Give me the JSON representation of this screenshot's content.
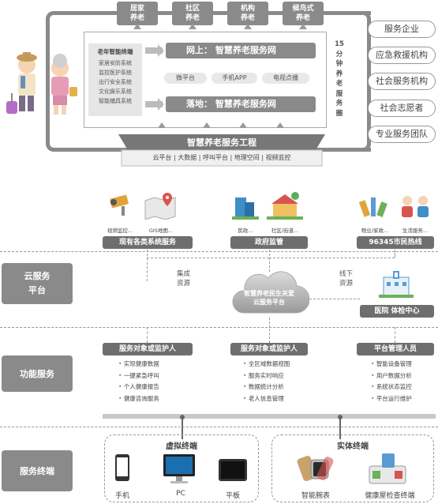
{
  "top": {
    "channels": [
      "居家\n养老",
      "社区\n养老",
      "机构\n养老",
      "候鸟式\n养老"
    ],
    "terminal_title": "老年智能终端",
    "terminal_items": [
      "家居安防系统",
      "监控医护系统",
      "出行安全系统",
      "文化娱乐系统",
      "智能辅具系统"
    ],
    "online_label": "网上：  智慧养老服务网",
    "offline_label": "落地：  智慧养老服务网",
    "pills": [
      "微平台",
      "手机APP",
      "电视点播"
    ],
    "vertical_text": "15分钟养老服务圈",
    "project_title": "智慧养老服务工程",
    "project_sub": "云平台 | 大数据 | 呼叫平台 | 地理空间 | 视频监控",
    "right_orgs": [
      "服务企业",
      "应急救援机构",
      "社会服务机构",
      "社会志愿者",
      "专业服务团队"
    ]
  },
  "sources": {
    "groups": [
      {
        "label": "现有各类系统服务",
        "icons": [
          {
            "name": "视频监控...",
            "icon": "camera-icon"
          },
          {
            "name": "GIS地图...",
            "icon": "map-icon"
          }
        ]
      },
      {
        "label": "政府监管",
        "icons": [
          {
            "name": "民政...",
            "icon": "building-icon"
          },
          {
            "name": "社区/街道...",
            "icon": "community-icon"
          }
        ]
      },
      {
        "label": "96345市民热线",
        "icons": [
          {
            "name": "物业/家政...",
            "icon": "tools-icon"
          },
          {
            "name": "生活服务...",
            "icon": "people-icon"
          }
        ]
      }
    ]
  },
  "cloud": {
    "side_label": "云服务\n平台",
    "left_note": "集成\n资源",
    "right_note": "线下\n资源",
    "center": "智慧养老民生关爱\n云服务平台",
    "hospital_label": "医院   体检中心"
  },
  "functions": {
    "side_label": "功能服务",
    "columns": [
      {
        "title": "服务对象或监护人",
        "items": [
          "实现健康数据",
          "一键紧急呼叫",
          "个人健康报告",
          "健康咨询服务"
        ]
      },
      {
        "title": "服务对象或监护人",
        "items": [
          "全区域数据视图",
          "服务实时响应",
          "数据统计分析",
          "老人信息管理"
        ]
      },
      {
        "title": "平台管理人员",
        "items": [
          "智能设备管理",
          "用户数据分析",
          "系统状态监控",
          "平台运行维护"
        ]
      }
    ]
  },
  "terminals": {
    "side_label": "服务终端",
    "virtual": {
      "title": "虚拟终端",
      "items": [
        "手机",
        "PC",
        "平板"
      ]
    },
    "physical": {
      "title": "实体终端",
      "items": [
        "智能腕表",
        "健康屋检查终端"
      ]
    }
  },
  "colors": {
    "gray": "#8a8a8a",
    "dark_gray": "#6e6e6e",
    "light": "#e8e8e8"
  }
}
